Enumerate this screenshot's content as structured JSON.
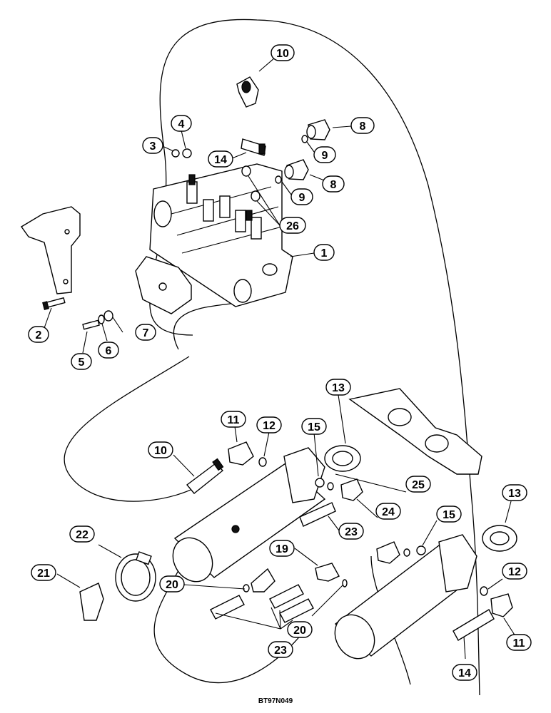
{
  "figure_ref": "BT97N049",
  "callouts": [
    {
      "id": "c10a",
      "label": "10"
    },
    {
      "id": "c8a",
      "label": "8"
    },
    {
      "id": "c4",
      "label": "4"
    },
    {
      "id": "c3",
      "label": "3"
    },
    {
      "id": "c14a",
      "label": "14"
    },
    {
      "id": "c9a",
      "label": "9"
    },
    {
      "id": "c8b",
      "label": "8"
    },
    {
      "id": "c9b",
      "label": "9"
    },
    {
      "id": "c26",
      "label": "26"
    },
    {
      "id": "c1",
      "label": "1"
    },
    {
      "id": "c2",
      "label": "2"
    },
    {
      "id": "c7",
      "label": "7"
    },
    {
      "id": "c6",
      "label": "6"
    },
    {
      "id": "c5",
      "label": "5"
    },
    {
      "id": "c13a",
      "label": "13"
    },
    {
      "id": "c11a",
      "label": "11"
    },
    {
      "id": "c12a",
      "label": "12"
    },
    {
      "id": "c15a",
      "label": "15"
    },
    {
      "id": "c10b",
      "label": "10"
    },
    {
      "id": "c25",
      "label": "25"
    },
    {
      "id": "c13b",
      "label": "13"
    },
    {
      "id": "c24",
      "label": "24"
    },
    {
      "id": "c15b",
      "label": "15"
    },
    {
      "id": "c23a",
      "label": "23"
    },
    {
      "id": "c22",
      "label": "22"
    },
    {
      "id": "c19",
      "label": "19"
    },
    {
      "id": "c21",
      "label": "21"
    },
    {
      "id": "c20a",
      "label": "20"
    },
    {
      "id": "c12b",
      "label": "12"
    },
    {
      "id": "c20b",
      "label": "20"
    },
    {
      "id": "c11b",
      "label": "11"
    },
    {
      "id": "c23b",
      "label": "23"
    },
    {
      "id": "c14b",
      "label": "14"
    }
  ]
}
